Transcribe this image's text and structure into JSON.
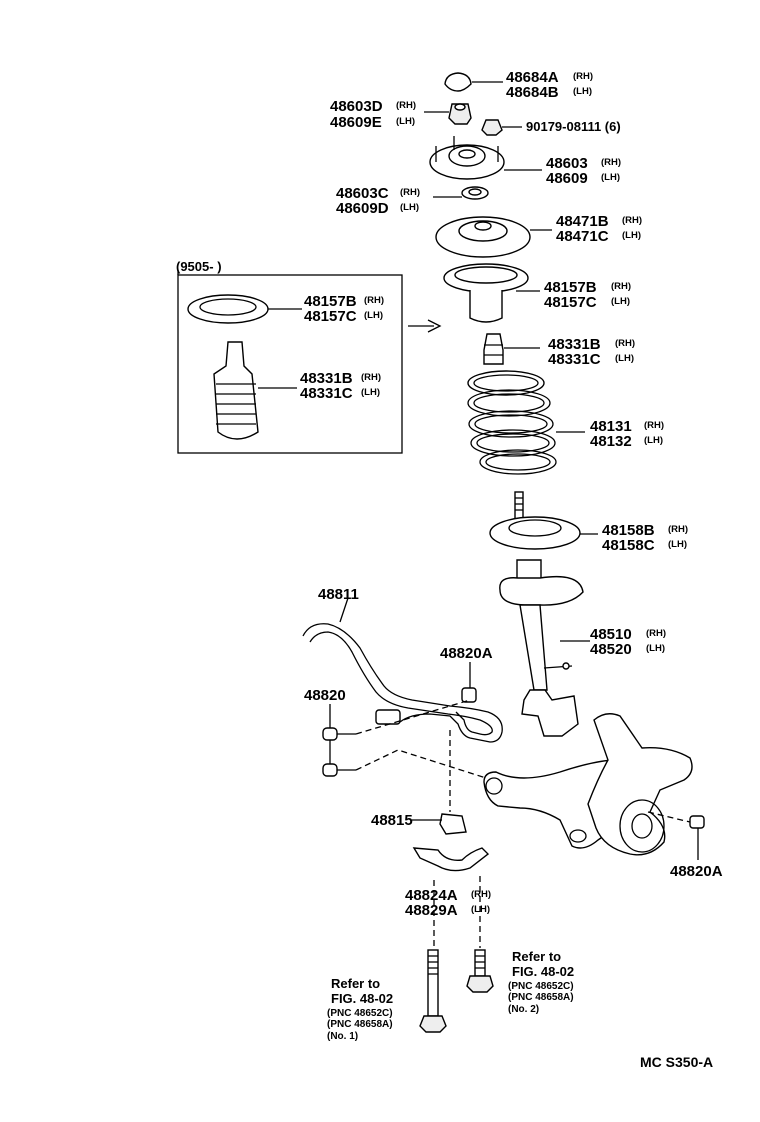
{
  "labels": {
    "p48684": [
      "48684A",
      "48684B"
    ],
    "p48603d": [
      "48603D",
      "48609E"
    ],
    "p90179": "90179-08111 (6)",
    "p48603": [
      "48603",
      "48609"
    ],
    "p48603c": [
      "48603C",
      "48609D"
    ],
    "p48471": [
      "48471B",
      "48471C"
    ],
    "p48157": [
      "48157B",
      "48157C"
    ],
    "p48157box": [
      "48157B",
      "48157C"
    ],
    "p48331": [
      "48331B",
      "48331C"
    ],
    "p48331box": [
      "48331B",
      "48331C"
    ],
    "p48131": [
      "48131",
      "48132"
    ],
    "p48158": [
      "48158B",
      "48158C"
    ],
    "p48510": [
      "48510",
      "48520"
    ],
    "p48811": "48811",
    "p48820a_top": "48820A",
    "p48820": "48820",
    "p48815": "48815",
    "p48824": [
      "48824A",
      "48829A"
    ],
    "p48820a_right": "48820A",
    "rh": "(RH)",
    "lh": "(LH)",
    "rh_box": "(RH)",
    "lh_box": "(LH)",
    "box_date": "(9505-        )"
  },
  "refer1": {
    "l1": "Refer to",
    "l2": "FIG. 48-02",
    "l3": "(PNC 48652C)",
    "l4": "(PNC 48658A)",
    "l5": "(No. 1)"
  },
  "refer2": {
    "l1": "Refer to",
    "l2": "FIG. 48-02",
    "l3": "(PNC 48652C)",
    "l4": "(PNC 48658A)",
    "l5": "(No. 2)"
  },
  "code": "MC S350-A"
}
